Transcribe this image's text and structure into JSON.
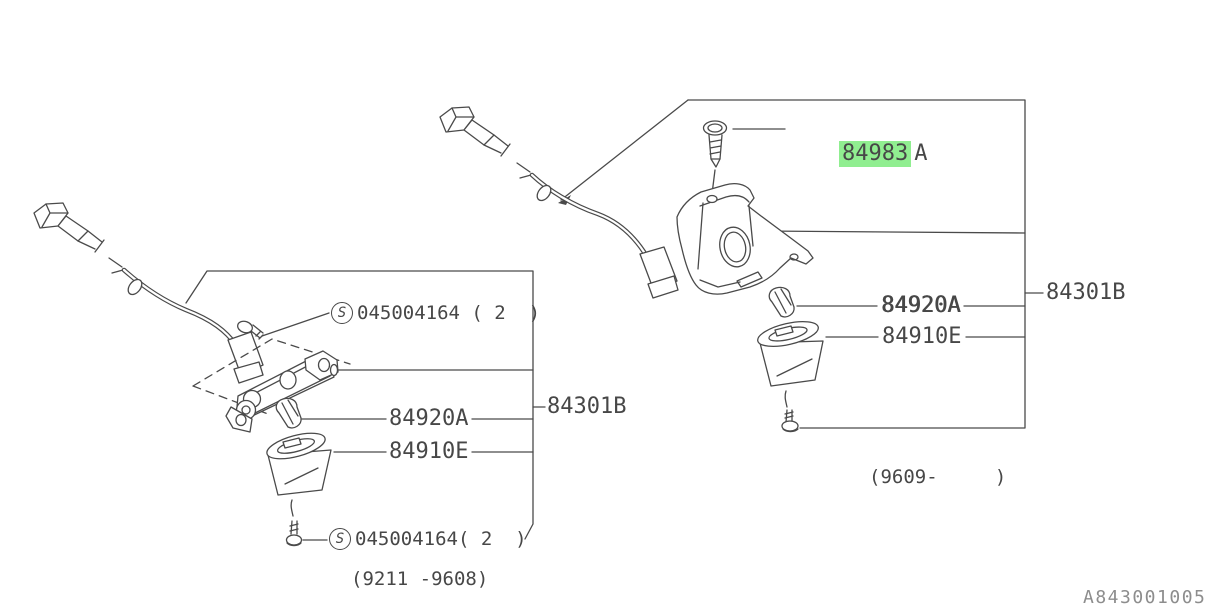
{
  "diagram": {
    "code": "A843001005",
    "line_color": "#4a4a4a",
    "highlight_color": "#90ee90",
    "left_assembly": {
      "production_range": "(9211 -9608)",
      "labels": {
        "fastener_top": {
          "symbol": "S",
          "part_number": "045004164 ( 2  )"
        },
        "bulb": "84920A",
        "lens": "84910E",
        "fastener_bottom": {
          "symbol": "S",
          "part_number": "045004164( 2  )"
        },
        "assembly": "84301B"
      }
    },
    "right_assembly": {
      "production_range": "(9609-     )",
      "labels": {
        "screw": "84983",
        "screw_suffix": "A",
        "bulb": "84920A",
        "lens": "84910E",
        "assembly": "84301B"
      }
    }
  }
}
